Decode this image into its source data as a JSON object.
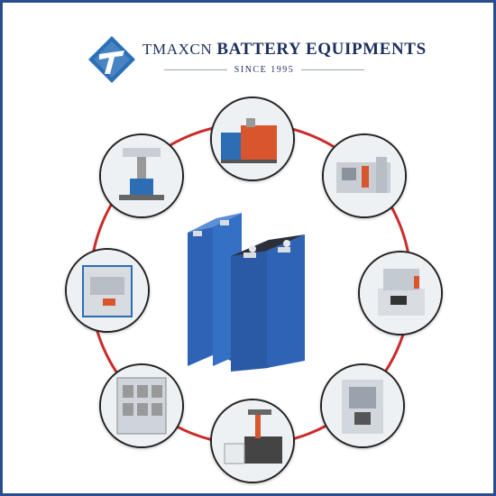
{
  "brand": {
    "name": "TMAXCN",
    "tagline": "BATTERY EQUIPMENTS",
    "since": "SINCE 1995"
  },
  "colors": {
    "border": "#2a4d8f",
    "accent": "#cc2b2b",
    "brand": "#1d2f5c",
    "logo": "#2a6fb8"
  },
  "icons": [
    "tmaxcn-logo-icon",
    "battery-cells-image",
    "machine-equipment-images"
  ]
}
